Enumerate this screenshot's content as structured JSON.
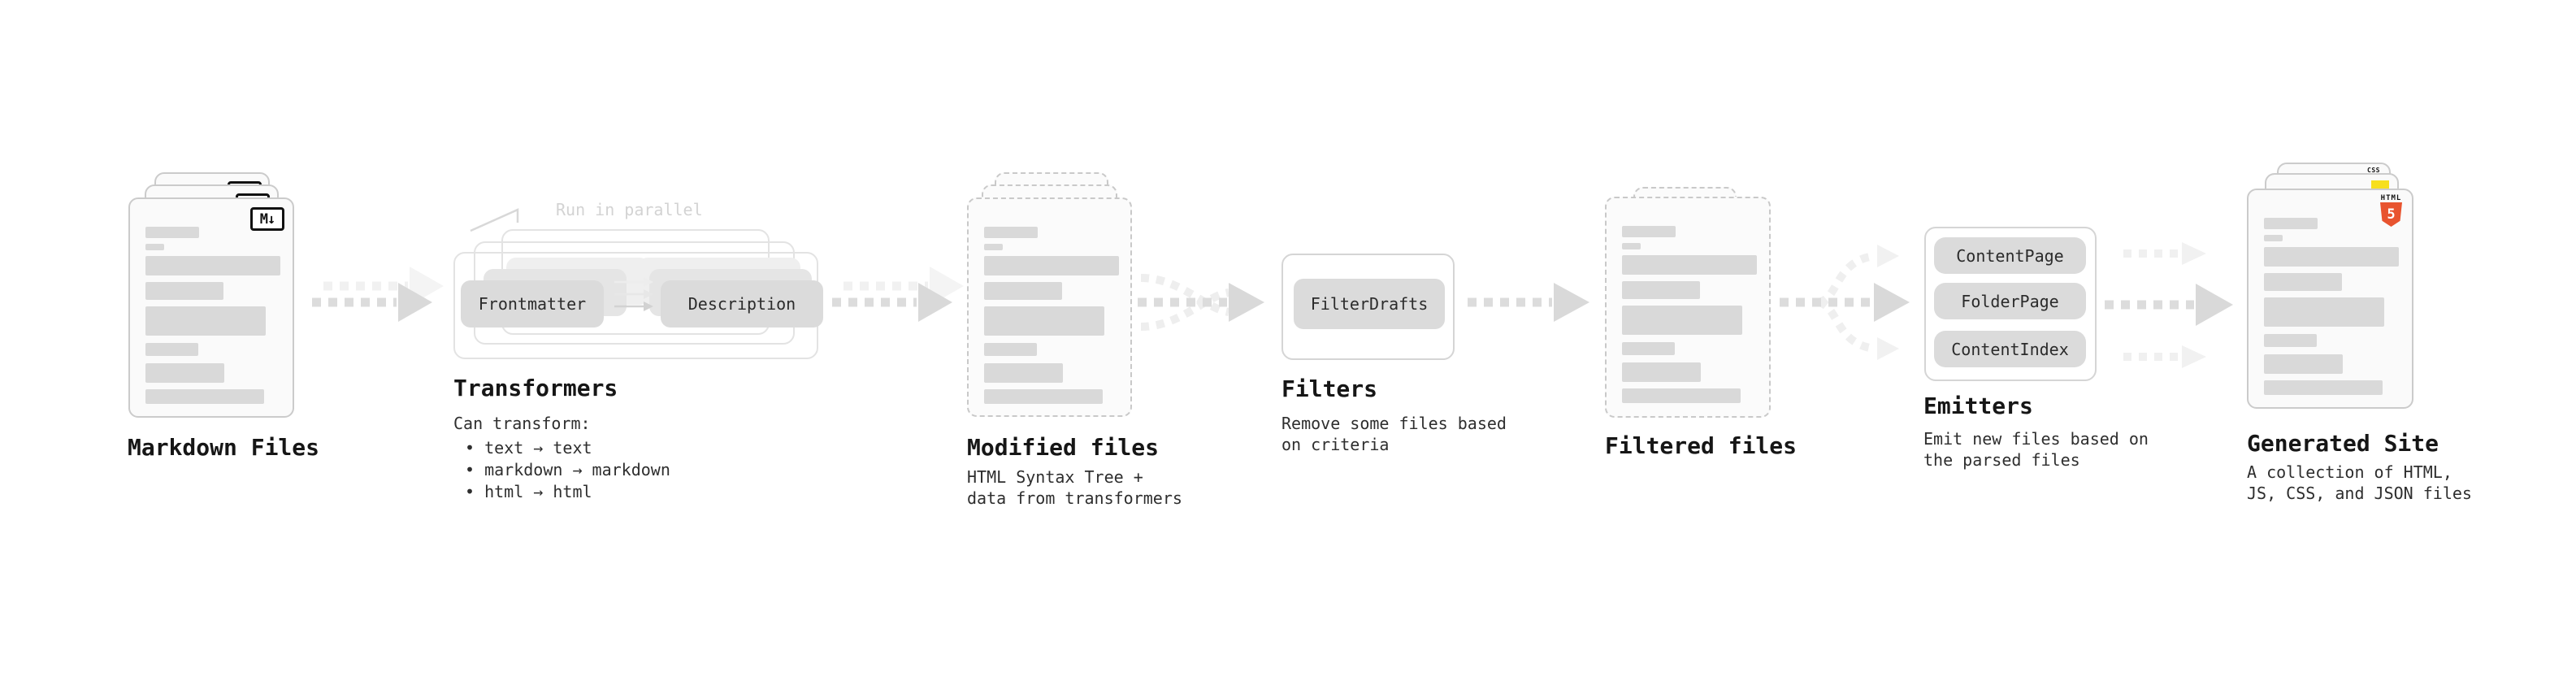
{
  "stages": {
    "markdown_files": {
      "label": "Markdown Files",
      "icon_text": "M↓"
    },
    "transformers": {
      "label": "Transformers",
      "note": "Run in parallel",
      "pill_from": "Frontmatter",
      "pill_to": "Description",
      "caption_title": "Can transform:",
      "bullets": [
        "text → text",
        "markdown → markdown",
        "html → html"
      ]
    },
    "modified_files": {
      "label": "Modified files",
      "caption_line1": "HTML Syntax Tree +",
      "caption_line2": "data from transformers"
    },
    "filters": {
      "label": "Filters",
      "pill": "FilterDrafts",
      "caption_line1": "Remove some files based",
      "caption_line2": "on criteria"
    },
    "filtered_files": {
      "label": "Filtered files"
    },
    "emitters": {
      "label": "Emitters",
      "pills": [
        "ContentPage",
        "FolderPage",
        "ContentIndex"
      ],
      "caption_line1": "Emit new files based on",
      "caption_line2": "the parsed files"
    },
    "generated_site": {
      "label": "Generated Site",
      "caption_line1": "A collection of HTML,",
      "caption_line2": "JS, CSS, and JSON files",
      "file_icons": {
        "css_label": "CSS",
        "html_label": "HTML",
        "html_number": "5"
      }
    }
  },
  "colors": {
    "background": "#ffffff",
    "card_fill": "#fafafa",
    "card_border": "#cbcbcb",
    "dashed_border": "#c9c9c9",
    "placeholder_bar": "#d9d9d9",
    "pill_fill": "#dbdbdb",
    "frame_border": "#e3e3e3",
    "arrow_dark": "#dcdcdc",
    "arrow_light": "#f1f1f1",
    "note_gray": "#d3d3d3",
    "accent_html5_orange": "#e8542f",
    "accent_js_yellow": "#f7df1e",
    "accent_css_blue": "#2b6bd8"
  }
}
